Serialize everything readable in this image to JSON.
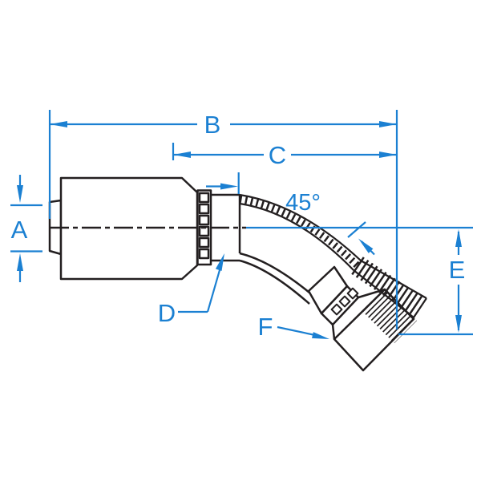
{
  "drawing": {
    "labels": {
      "a": "A",
      "b": "B",
      "c": "C",
      "d": "D",
      "e": "E",
      "f": "F",
      "angle": "45°"
    },
    "colors": {
      "dimension_blue": "#1b80d2",
      "line_black": "#231f20",
      "background": "#ffffff"
    }
  }
}
